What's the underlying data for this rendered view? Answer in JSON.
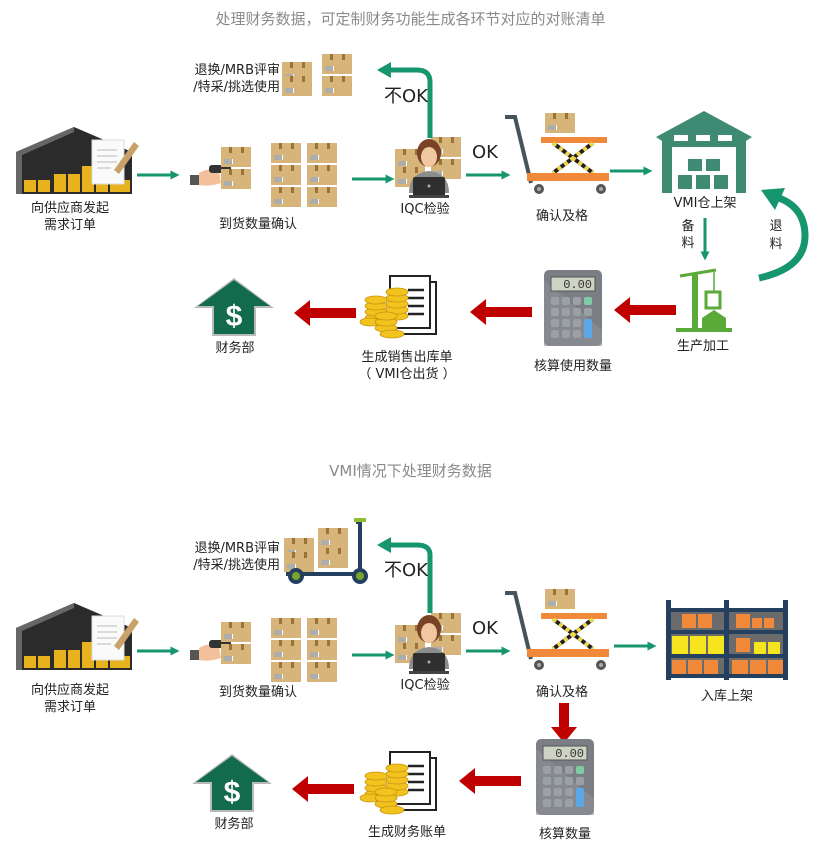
{
  "sections": [
    {
      "title": "处理财务数据，可定制财务功能生成各环节对应的对账清单",
      "nodes": {
        "order": {
          "line1": "向供应商发起",
          "line2": "需求订单",
          "icon": "warehouse-order-icon"
        },
        "arrival": {
          "label": "到货数量确认",
          "icon": "barcode-scanner-boxes-icon"
        },
        "iqc": {
          "label": "IQC检验",
          "icon": "inspector-laptop-icon"
        },
        "reject": {
          "line1": "退换/MRB评审",
          "line2": "/特采/挑选使用",
          "icon": "boxes-icon"
        },
        "not_ok": "不OK",
        "ok": "OK",
        "confirm": {
          "label": "确认及格",
          "icon": "lift-cart-icon"
        },
        "vmi": {
          "label": "VMI仓上架",
          "icon": "warehouse-icon"
        },
        "prep": "备料",
        "return": "退料",
        "production": {
          "label": "生产加工",
          "icon": "production-machine-icon"
        },
        "calc": {
          "label": "核算使用数量",
          "icon": "calculator-icon",
          "display": "0.00"
        },
        "sales": {
          "line1": "生成销售出库单",
          "line2": "（ VMI仓出货 ）",
          "icon": "coins-document-icon"
        },
        "finance": {
          "label": "财务部",
          "icon": "dollar-up-arrow-icon"
        }
      }
    },
    {
      "title": "VMI情况下处理财务数据",
      "nodes": {
        "order": {
          "line1": "向供应商发起",
          "line2": "需求订单",
          "icon": "warehouse-order-icon"
        },
        "arrival": {
          "label": "到货数量确认",
          "icon": "barcode-scanner-boxes-icon"
        },
        "iqc": {
          "label": "IQC检验",
          "icon": "inspector-laptop-icon"
        },
        "reject": {
          "line1": "退换/MRB评审",
          "line2": "/特采/挑选使用",
          "icon": "hand-truck-boxes-icon"
        },
        "not_ok": "不OK",
        "ok": "OK",
        "confirm": {
          "label": "确认及格",
          "icon": "lift-cart-icon"
        },
        "storage": {
          "label": "入库上架",
          "icon": "shelf-icon"
        },
        "calc": {
          "label": "核算数量",
          "icon": "calculator-icon",
          "display": "0.00"
        },
        "bill": {
          "label": "生成财务账单",
          "icon": "coins-document-icon"
        },
        "finance": {
          "label": "财务部",
          "icon": "dollar-up-arrow-icon"
        }
      }
    }
  ],
  "colors": {
    "flow_green": "#15966e",
    "money_red": "#c00000",
    "warehouse_green": "#3e8a72",
    "box": "#d9b77a",
    "orange": "#f08a3a"
  }
}
